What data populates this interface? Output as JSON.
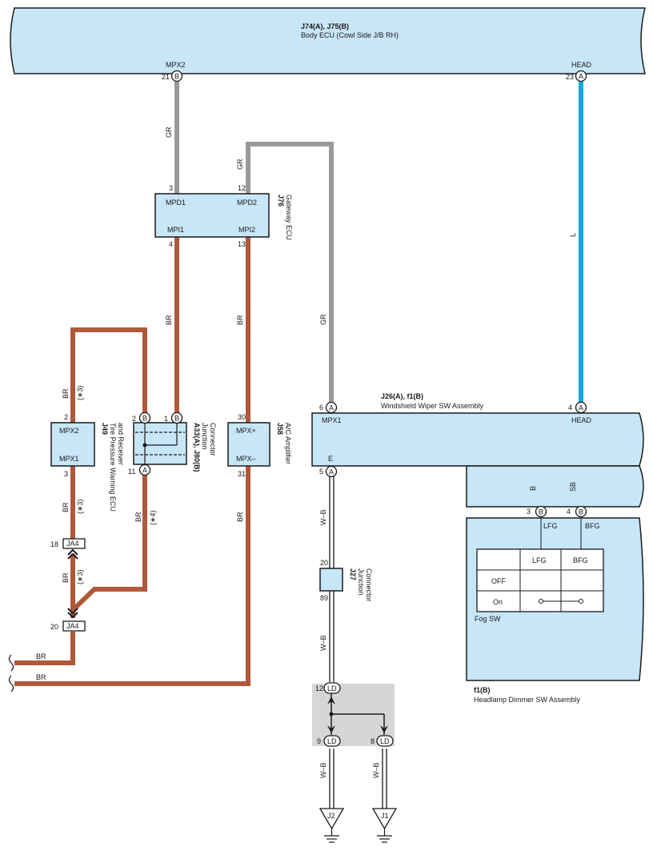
{
  "colors": {
    "box_fill": "#c7e6f8",
    "wire_br": "#b0583a",
    "wire_gr": "#9a9a9a",
    "wire_l": "#1aa3e0",
    "wire_sb": "#8fd3f3",
    "wire_b": "#1a1a1a",
    "splice_bg": "#d6d6d6"
  },
  "components": {
    "body_ecu": {
      "id": "J74(A), J75(B)",
      "name": "Body ECU (Cowl Side J/B RH)",
      "pin_mpx2": "MPX2",
      "pin_head": "HEAD",
      "num_mpx2": "21",
      "conn_mpx2": "B",
      "num_head": "23",
      "conn_head": "A"
    },
    "gateway": {
      "id": "J76",
      "name": "Gateway ECU",
      "mpd1": "MPD1",
      "mpd2": "MPD2",
      "mpi1": "MPI1",
      "mpi2": "MPI2",
      "n_mpd1": "3",
      "n_mpd2": "12",
      "n_mpi1": "4",
      "n_mpi2": "13"
    },
    "tpms": {
      "id": "J49",
      "name1": "Tire Pressure Warning ECU",
      "name2": "and Receiver",
      "mpx2": "MPX2",
      "mpx1": "MPX1",
      "n_top": "2",
      "n_bot": "3"
    },
    "junction_a33": {
      "id": "A33(A), J80(B)",
      "name1": "Junction",
      "name2": "Connector",
      "n_2": "2",
      "c_2": "B",
      "n_1": "1",
      "c_1": "B",
      "n_11": "11",
      "c_11": "A"
    },
    "ac_amp": {
      "id": "J58",
      "name": "A/C Amplifier",
      "mpxp": "MPX+",
      "mpxm": "MPX–",
      "n_top": "30",
      "n_bot": "31"
    },
    "wiper": {
      "id": "J26(A), f1(B)",
      "name": "Windshield Wiper SW Assembly",
      "mpx1": "MPX1",
      "head": "HEAD",
      "e": "E",
      "n_mpx1": "6",
      "c_mpx1": "A",
      "n_head": "4",
      "c_head": "A",
      "n_e": "5",
      "c_e": "A"
    },
    "dimmer": {
      "id": "f1(B)",
      "name": "Headlamp Dimmer SW Assembly",
      "lfg": "LFG",
      "bfg": "BFG",
      "n3": "3",
      "c3": "B",
      "n4": "4",
      "c4": "B"
    },
    "fog_sw": {
      "name": "Fog SW",
      "col1": "LFG",
      "col2": "BFG",
      "row1": "OFF",
      "row2": "On"
    },
    "j27": {
      "id": "J27",
      "name1": "Junction",
      "name2": "Connector",
      "n_top": "20",
      "n_bot": "89"
    },
    "ja4_top": {
      "label": "JA4",
      "num": "18"
    },
    "ja4_bot": {
      "label": "JA4",
      "num": "20"
    },
    "splice": {
      "conn": "LD",
      "n_in": "12",
      "n_out1": "9",
      "n_out2": "8"
    },
    "ground_j2": {
      "label": "J2"
    },
    "ground_j1": {
      "label": "J1"
    }
  },
  "wires": {
    "gr_a": "GR",
    "gr_b": "GR",
    "gr_c": "GR",
    "l": "L",
    "br_gw1": "BR",
    "br_gw2": "BR",
    "br_tp_top": "BR",
    "br_tp_mid": "BR",
    "br_tp_low": "BR",
    "br_jc": "BR",
    "br_ac": "BR",
    "br_out1": "BR",
    "br_out2": "BR",
    "wb_top": "W–B",
    "wb_mid": "W–B",
    "wb_j2": "W–B",
    "wb_j1": "W–B",
    "b": "B",
    "sb": "SB",
    "note3a": "(∗3)",
    "note3b": "(∗3)",
    "note3c": "(∗3)",
    "note4": "(∗4)"
  }
}
